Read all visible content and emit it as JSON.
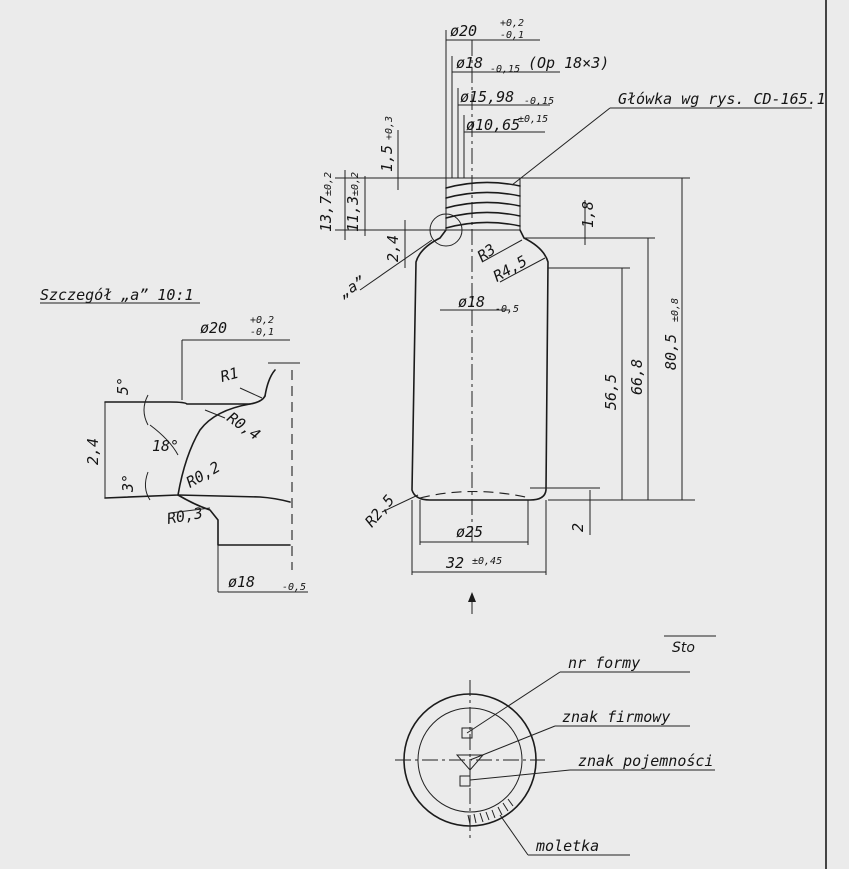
{
  "detail": {
    "title": "Szczegół „a” 10:1",
    "top_dia": "ø20",
    "top_dia_tol": [
      "+0,2",
      "-0,1"
    ],
    "r1": "R1",
    "r04": "R0,4",
    "r02": "R0,2",
    "r03": "R0,3",
    "angle5": "5°",
    "angle18": "18°",
    "angle3": "3°",
    "h24": "2,4",
    "bot_dia": "ø18",
    "bot_dia_tol": "-0,5"
  },
  "bottle": {
    "d20": "ø20",
    "d20_tol": [
      "+0,2",
      "-0,1"
    ],
    "d18_thread": "ø18",
    "d18_thread_tol": "-0,15",
    "thread_spec": "(Op 18×3)",
    "d1598": "ø15,98",
    "d1598_tol": "-0,15",
    "d1065": "ø10,65",
    "d1065_tol": "±0,15",
    "head_note": "Główka wg rys. CD-165.1",
    "h137": "13,7",
    "h137_tol": "±0,2",
    "h113": "11,3",
    "h113_tol": "±0,2",
    "h15": "1,5",
    "h15_tol": "+0,3",
    "h24": "2,4",
    "detail_ref": "„a”",
    "r3": "R3",
    "r45": "R4,5",
    "d18_neck": "ø18",
    "d18_neck_tol": "-0,5",
    "h18": "1,8",
    "h565": "56,5",
    "h668": "66,8",
    "h805": "80,5",
    "h805_tol": "±0,8",
    "r25": "R2,5",
    "d25": "ø25",
    "d32": "32",
    "d32_tol": "±0,45",
    "h2": "2"
  },
  "bottom_view": {
    "handwritten": "Sto",
    "nr_formy": "nr formy",
    "znak_firmowy": "znak firmowy",
    "znak_pojemnosci": "znak pojemności",
    "moletka": "moletka"
  }
}
